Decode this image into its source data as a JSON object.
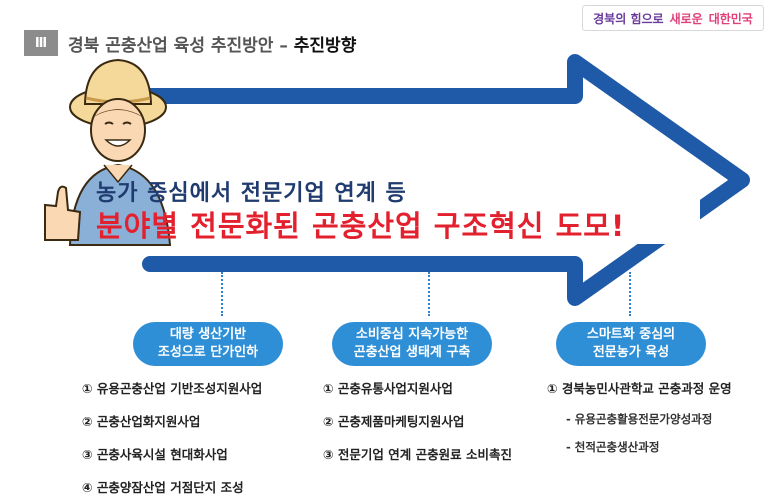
{
  "header": {
    "numeral": "Ⅲ",
    "title": "경북 곤충산업 육성 추진방안 – ",
    "title_emph": "추진방향"
  },
  "brand": {
    "part1": "경북의 힘으로",
    "part2": "새로운",
    "part3": "대한민국"
  },
  "banner": {
    "line1": "농가 중심에서 전문기업 연계 등",
    "line2": "분야별 전문화된 곤충산업 구조혁신 도모!"
  },
  "directions": [
    {
      "pill_line1": "대량 생산기반",
      "pill_line2": "조성으로 단가인하",
      "items": [
        "① 유용곤충산업 기반조성지원사업",
        "② 곤충산업화지원사업",
        "③ 곤충사육시설 현대화사업",
        "④ 곤충양잠산업 거점단지 조성"
      ]
    },
    {
      "pill_line1": "소비중심 지속가능한",
      "pill_line2": "곤충산업 생태계 구축",
      "items": [
        "① 곤충유통사업지원사업",
        "② 곤충제품마케팅지원사업",
        "③ 전문기업 연계 곤충원료 소비촉진"
      ]
    },
    {
      "pill_line1": "스마트화 중심의",
      "pill_line2": "전문농가 육성",
      "items": [
        "① 경북농민사관학교 곤충과정 운영"
      ],
      "subitems": [
        "- 유용곤충활용전문가양성과정",
        "- 천적곤충생산과정"
      ]
    }
  ],
  "colors": {
    "arrow": "#1e5aa8",
    "pill": "#2f8fd6",
    "headline_red": "#e3212e",
    "headline_navy": "#1f3b6f"
  }
}
